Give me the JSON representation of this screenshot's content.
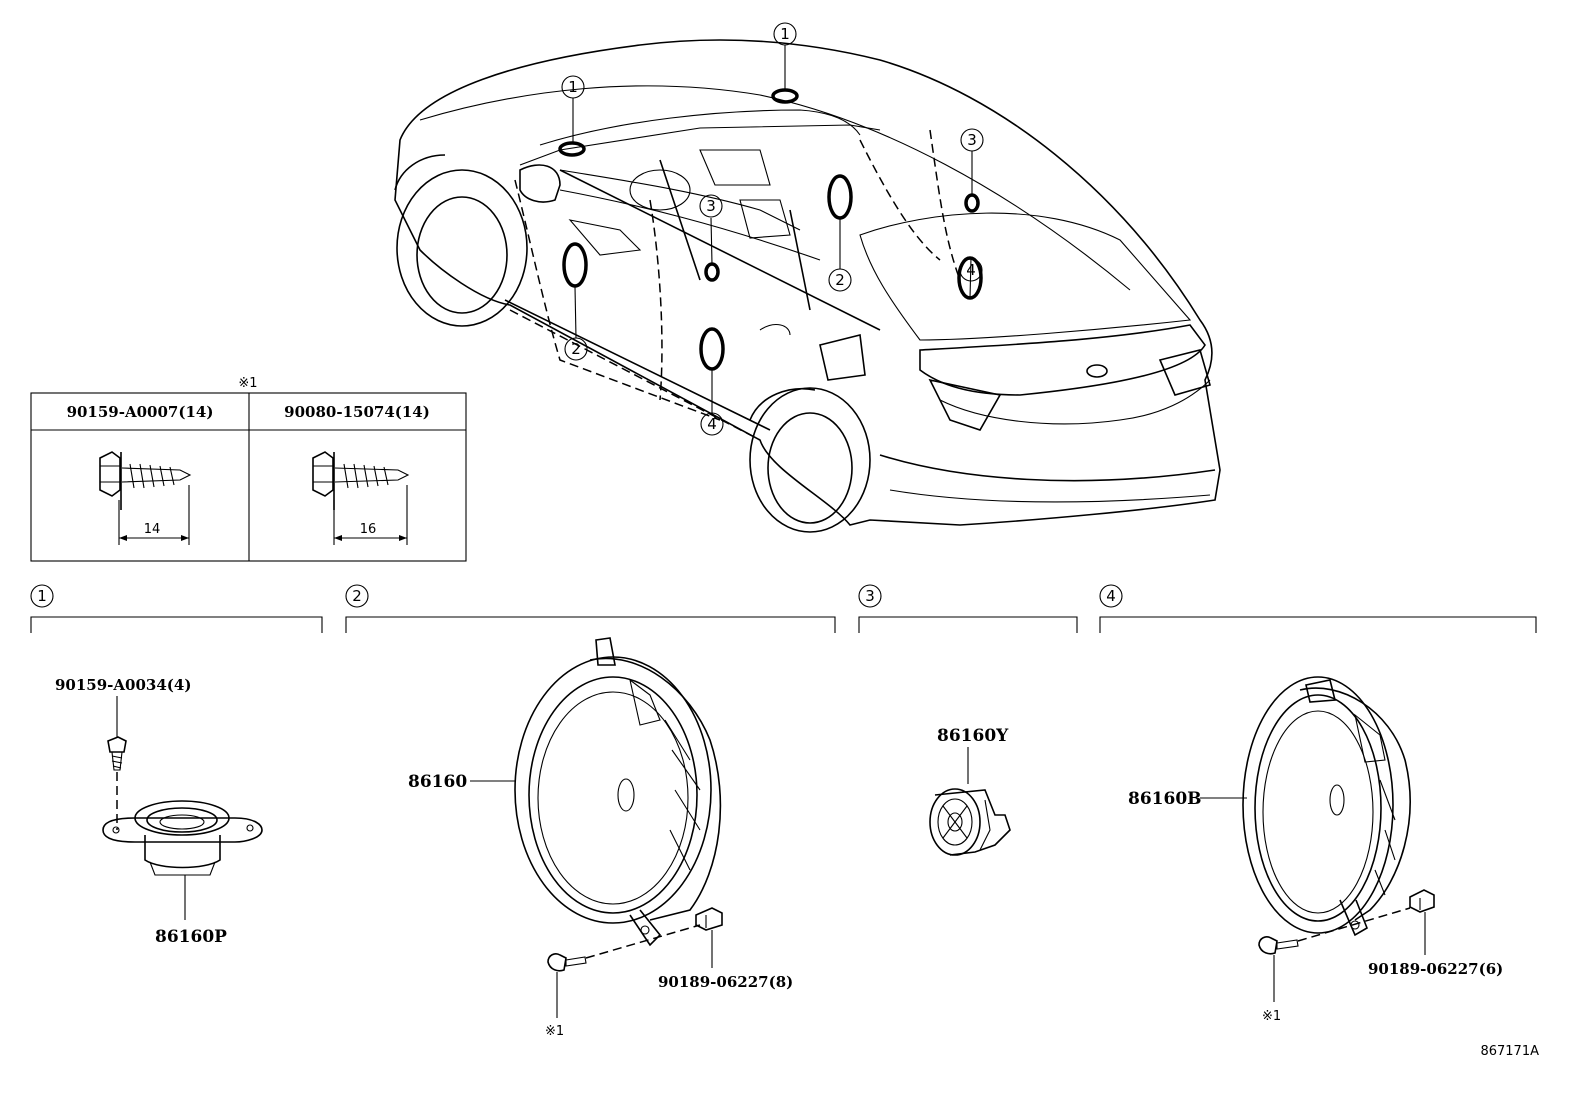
{
  "callout_numbers": [
    "1",
    "2",
    "3",
    "4"
  ],
  "fastener_table": {
    "note_mark": "※1",
    "columns": [
      {
        "part": "90159-A0007(14)",
        "length": "14"
      },
      {
        "part": "90080-15074(14)",
        "length": "16"
      }
    ]
  },
  "sections": [
    {
      "number": "1",
      "parts": [
        {
          "label": "90159-A0034(4)"
        },
        {
          "label": "86160P"
        }
      ]
    },
    {
      "number": "2",
      "parts": [
        {
          "label": "86160"
        },
        {
          "label": "90189-06227(8)"
        },
        {
          "label": "※1"
        }
      ]
    },
    {
      "number": "3",
      "parts": [
        {
          "label": "86160Y"
        }
      ]
    },
    {
      "number": "4",
      "parts": [
        {
          "label": "86160B"
        },
        {
          "label": "90189-06227(6)"
        },
        {
          "label": "※1"
        }
      ]
    }
  ],
  "figure_id": "867171A"
}
